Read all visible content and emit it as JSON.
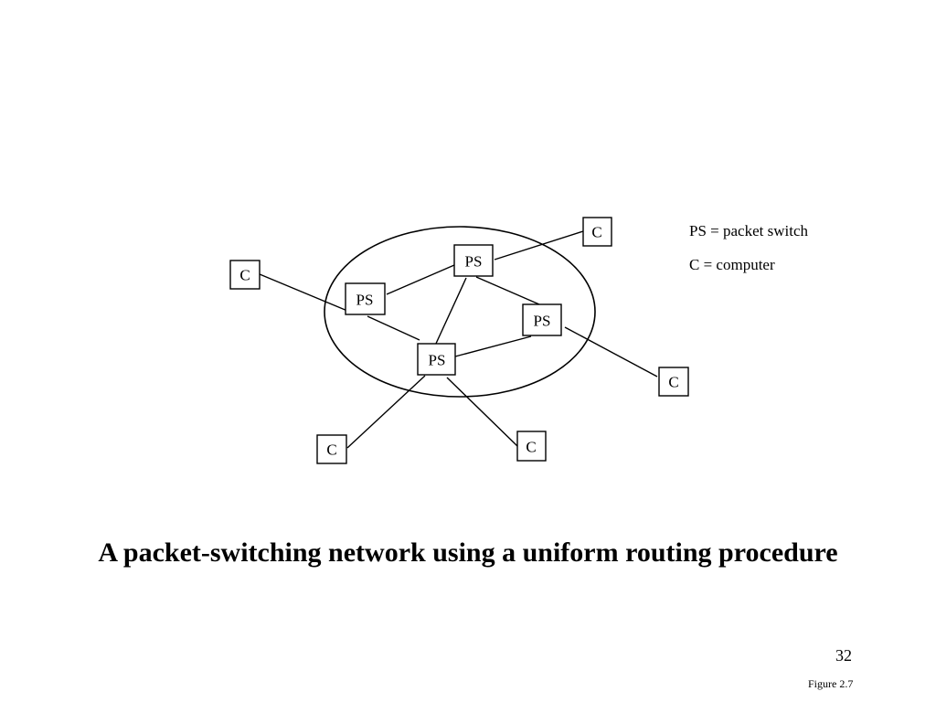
{
  "diagram": {
    "node_labels": {
      "packet_switch": "PS",
      "computer": "C"
    },
    "legend": [
      "PS = packet switch",
      "C = computer"
    ]
  },
  "caption": "A packet-switching network using a uniform routing procedure",
  "page_number": "32",
  "figure_ref": "Figure 2.7"
}
